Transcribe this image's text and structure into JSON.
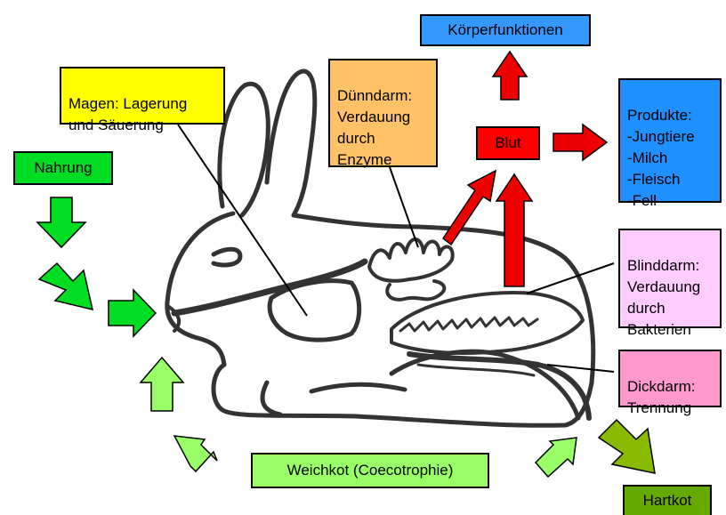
{
  "labels": {
    "koerperfunktionen": "Körperfunktionen",
    "magen": "Magen: Lagerung\nund Säuerung",
    "duenndarm": "Dünndarm:\nVerdauung\ndurch\nEnzyme",
    "blut": "Blut",
    "produkte": "Produkte:\n-Jungtiere\n-Milch\n-Fleisch\n-Fell",
    "nahrung": "Nahrung",
    "blinddarm": "Blinddarm:\nVerdauung\ndurch\nBakterien",
    "dickdarm": "Dickdarm:\nTrennung",
    "weichkot": "Weichkot (Coecotrophie)",
    "hartkot": "Hartkot"
  },
  "colors": {
    "koerperfunktionen": "#3399ff",
    "magen": "#ffff00",
    "duenndarm": "#ffc266",
    "blut": "#ff0000",
    "produkte": "#1e90ff",
    "nahrung": "#00dd22",
    "blinddarm": "#ffccff",
    "dickdarm": "#ff99cc",
    "weichkot": "#99ff66",
    "hartkot": "#66aa00",
    "arrow_red": "#ee0000",
    "arrow_green_dark": "#00dd22",
    "arrow_green_light": "#99ff66",
    "arrow_olive": "#88bb00"
  }
}
